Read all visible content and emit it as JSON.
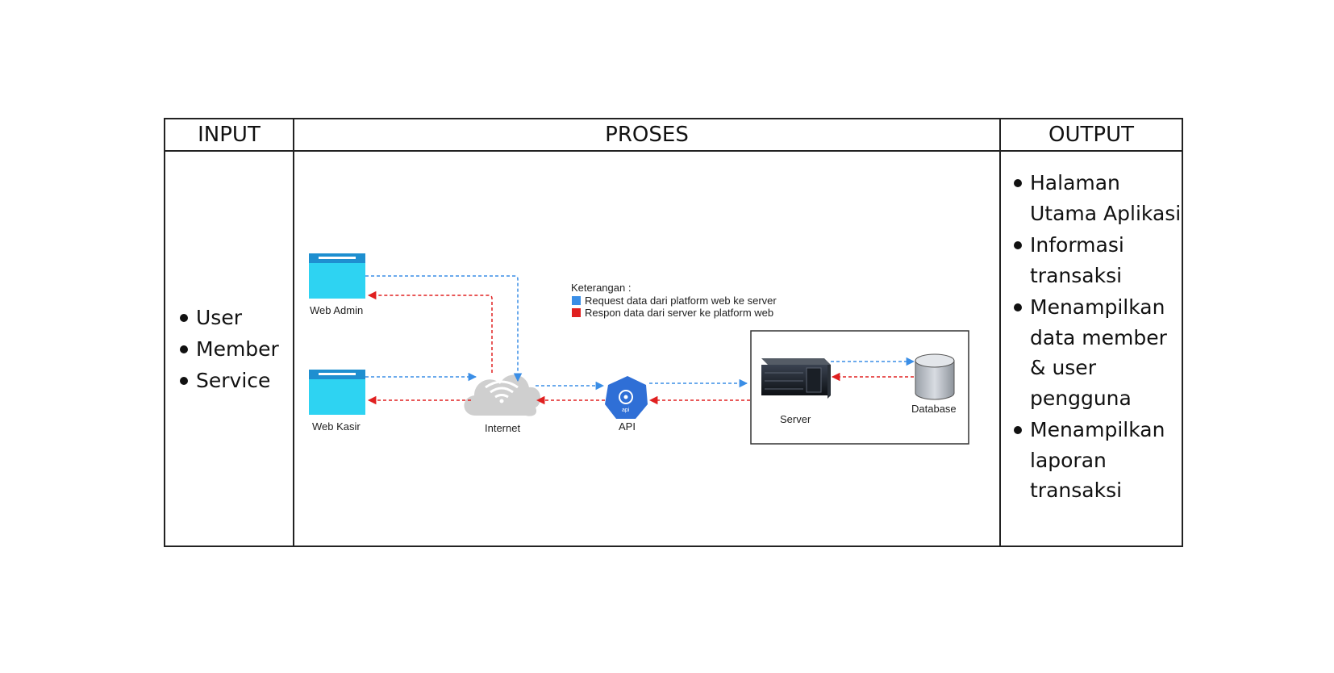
{
  "headers": {
    "input": "INPUT",
    "process": "PROSES",
    "output": "OUTPUT"
  },
  "input_items": [
    "User",
    "Member",
    "Service"
  ],
  "output_items": [
    "Halaman Utama Aplikasi",
    "Informasi transaksi",
    "Menampilkan data member & user pengguna",
    "Menampilkan laporan transaksi"
  ],
  "diagram": {
    "nodes": {
      "web_admin": "Web Admin",
      "web_kasir": "Web Kasir",
      "internet": "Internet",
      "api": "API",
      "api_badge": "api",
      "server": "Server",
      "database": "Database"
    },
    "legend": {
      "title": "Keterangan :",
      "request": "Request data dari platform web ke server",
      "response": "Respon data dari server ke platform web"
    },
    "colors": {
      "request": "#3a8ee6",
      "response": "#e02020",
      "window_body": "#2ed3f2",
      "window_bar": "#1e8fd0",
      "api_hex": "#2f6fd6"
    }
  }
}
